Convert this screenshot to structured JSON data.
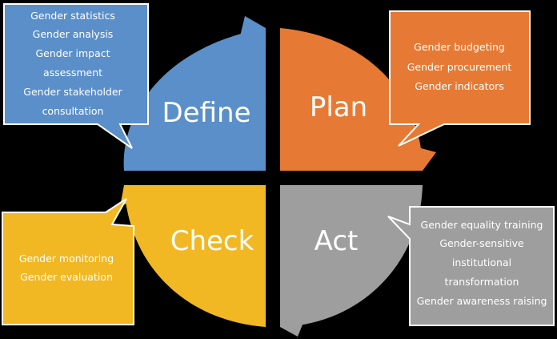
{
  "diagram": {
    "quadrants": {
      "define": {
        "label": "Define",
        "color": "#5B8FC9"
      },
      "plan": {
        "label": "Plan",
        "color": "#E67A35"
      },
      "check": {
        "label": "Check",
        "color": "#F2B823"
      },
      "act": {
        "label": "Act",
        "color": "#9E9E9E"
      }
    },
    "callouts": {
      "define": {
        "lines": [
          "Gender statistics",
          "Gender analysis",
          "Gender impact",
          "assessment",
          "Gender stakeholder",
          "consultation"
        ]
      },
      "plan": {
        "lines": [
          "Gender budgeting",
          "Gender procurement",
          "Gender indicators"
        ]
      },
      "check": {
        "lines": [
          "Gender monitoring",
          "Gender evaluation"
        ]
      },
      "act": {
        "lines": [
          "Gender equality training",
          "Gender-sensitive",
          "institutional",
          "transformation",
          "Gender awareness raising"
        ]
      }
    }
  }
}
